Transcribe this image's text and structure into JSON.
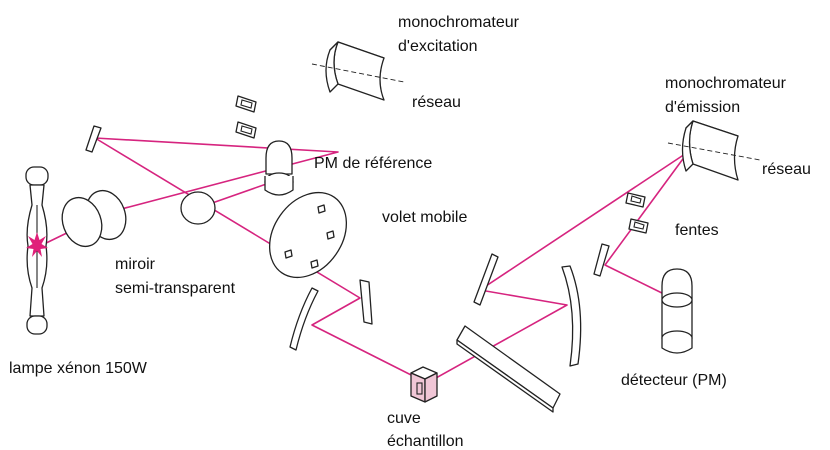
{
  "labels": {
    "mono_excitation_line1": "monochromateur",
    "mono_excitation_line2": "d'excitation",
    "reseau_excitation": "réseau",
    "pm_reference": "PM de référence",
    "volet_mobile": "volet mobile",
    "miroir_line1": "miroir",
    "miroir_line2": "semi-transparent",
    "lampe": "lampe xénon 150W",
    "cuve_line1": "cuve",
    "cuve_line2": "échantillon",
    "mono_emission_line1": "monochromateur",
    "mono_emission_line2": "d'émission",
    "reseau_emission": "réseau",
    "fentes": "fentes",
    "detecteur": "détecteur (PM)"
  },
  "colors": {
    "beam": "#d6247f",
    "flash": "#e0207a",
    "cuvette": "#f0c6d6",
    "outline": "#222222"
  }
}
